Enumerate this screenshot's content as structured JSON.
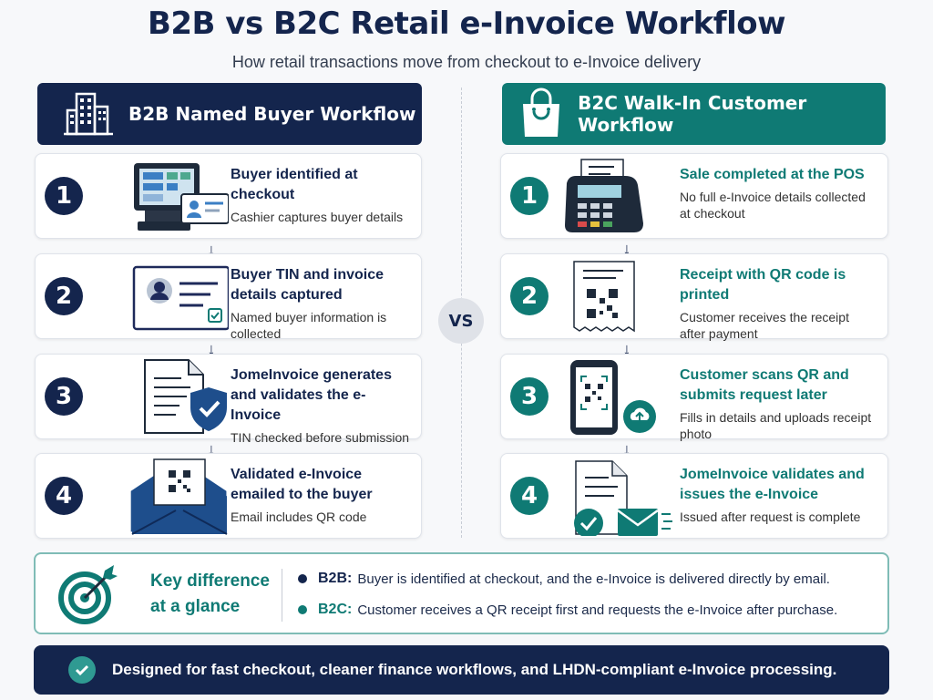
{
  "title": "B2B vs B2C Retail e-Invoice Workflow",
  "subtitle": "How retail transactions move from checkout to e-Invoice delivery",
  "vs_label": "VS",
  "colors": {
    "navy": "#14254d",
    "teal": "#0f7a74",
    "accent_green": "#2f9a92"
  },
  "b2b": {
    "header": "B2B Named Buyer Workflow",
    "header_icon": "office-building-icon",
    "steps": [
      {
        "num": "1",
        "title": "Buyer identified at checkout",
        "desc": "Cashier captures buyer details",
        "icon": "pos-terminal-icon"
      },
      {
        "num": "2",
        "title": "Buyer TIN and invoice details captured",
        "desc": "Named buyer information is collected",
        "icon": "buyer-id-card-icon"
      },
      {
        "num": "3",
        "title": "JomeInvoice generates and validates the e-Invoice",
        "desc": "TIN checked before submission",
        "icon": "document-shield-icon"
      },
      {
        "num": "4",
        "title": "Validated e-Invoice emailed to the buyer",
        "desc": "Email includes QR code",
        "icon": "email-qr-icon"
      }
    ]
  },
  "b2c": {
    "header": "B2C Walk-In Customer Workflow",
    "header_icon": "shopping-bag-icon",
    "steps": [
      {
        "num": "1",
        "title": "Sale completed at the POS",
        "desc": "No full e-Invoice details collected at checkout",
        "icon": "card-terminal-icon"
      },
      {
        "num": "2",
        "title": "Receipt with QR code is printed",
        "desc": "Customer receives the receipt after payment",
        "icon": "qr-receipt-icon"
      },
      {
        "num": "3",
        "title": "Customer scans QR and submits request later",
        "desc": "Fills in details and uploads receipt photo",
        "icon": "phone-qr-upload-icon"
      },
      {
        "num": "4",
        "title": "JomeInvoice validates and issues the e-Invoice",
        "desc": "Issued after request is complete",
        "icon": "document-check-email-icon"
      }
    ]
  },
  "key": {
    "title": "Key difference at a glance",
    "icon": "target-icon",
    "b2b_label": "B2B:",
    "b2b_text": "Buyer is identified at checkout, and the e-Invoice is delivered directly by email.",
    "b2c_label": "B2C:",
    "b2c_text": "Customer receives a QR receipt first and requests the e-Invoice after purchase."
  },
  "footer": {
    "text": "Designed for fast checkout, cleaner finance workflows, and LHDN-compliant e-Invoice processing.",
    "icon": "check-circle-icon"
  }
}
